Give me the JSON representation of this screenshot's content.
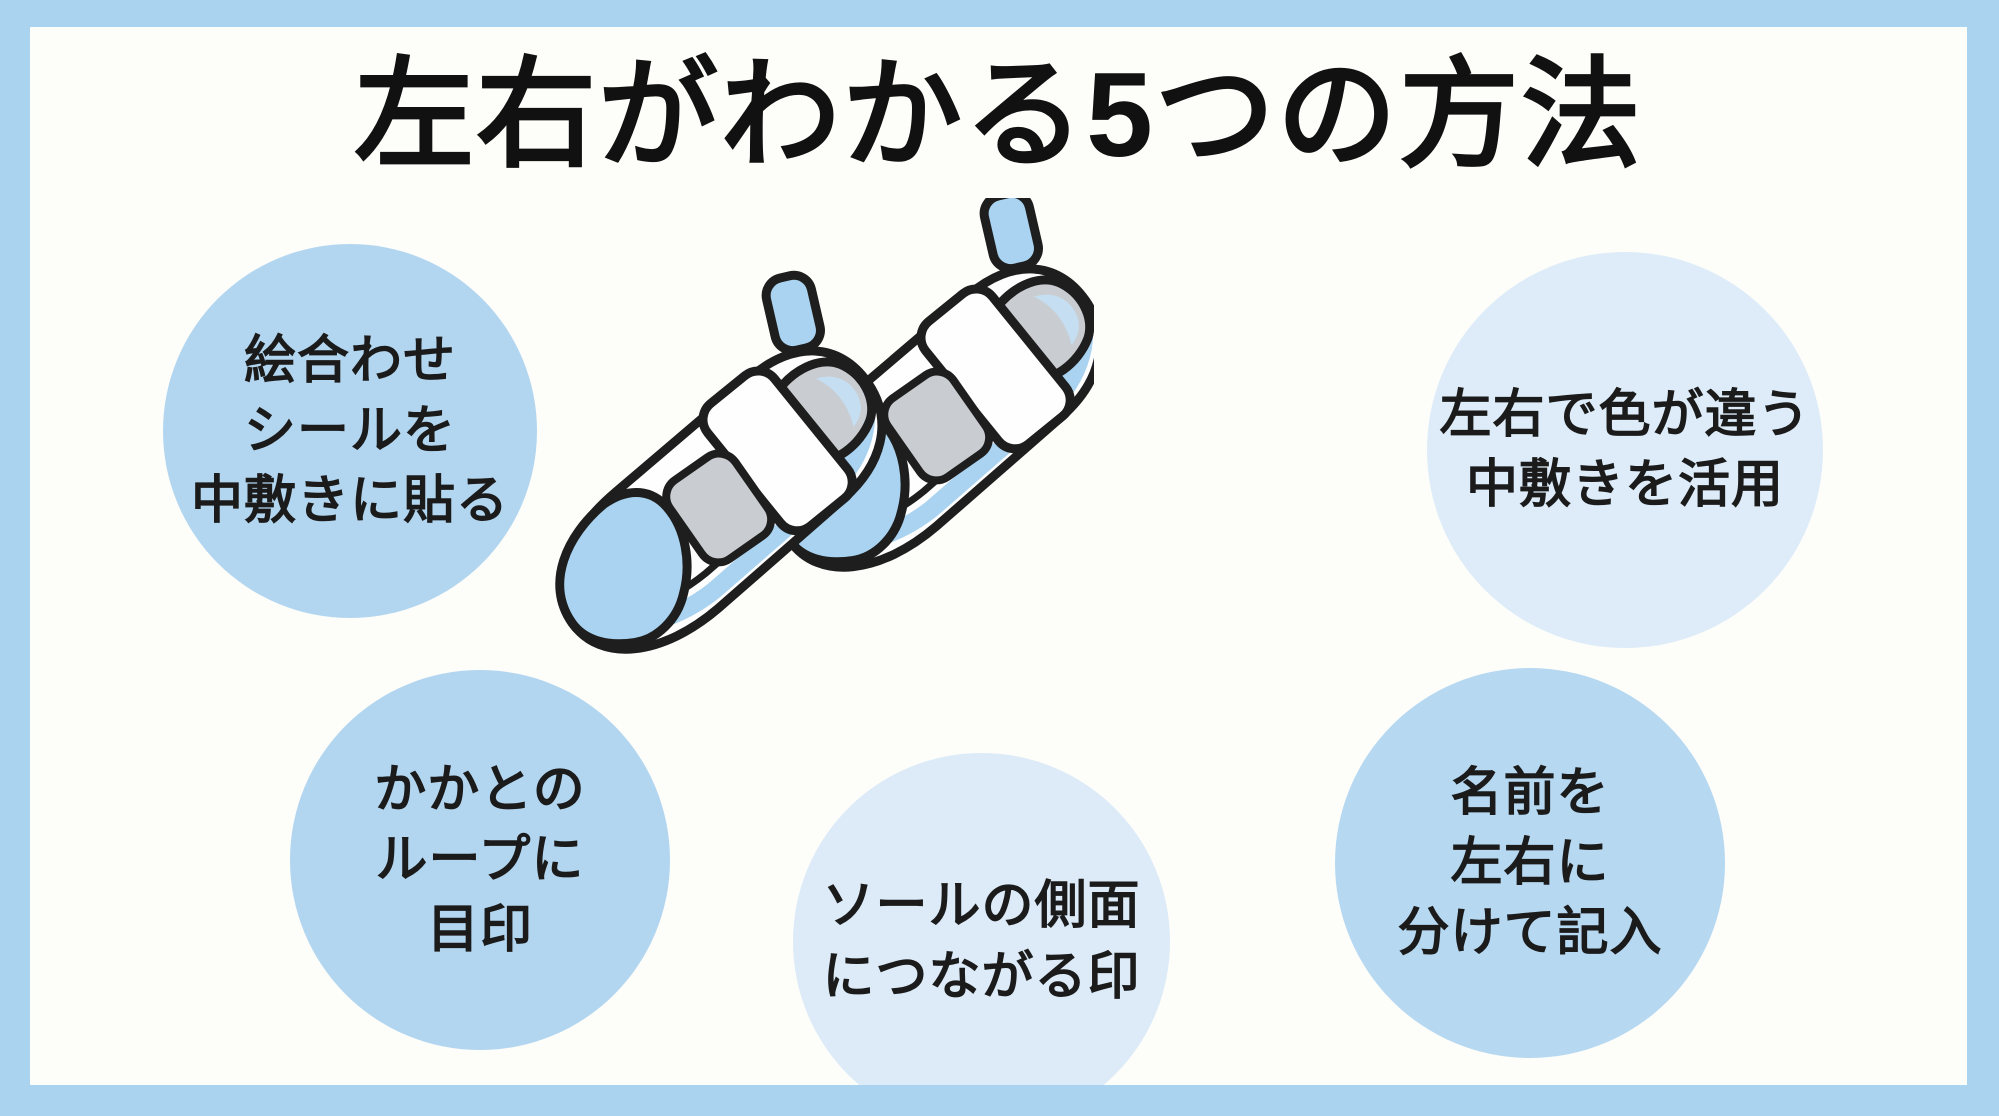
{
  "page": {
    "title": "左右がわかる5つの方法",
    "frame_color": "#a9d3ef",
    "panel_color": "#fdfdfa",
    "text_color": "#1b1b1b"
  },
  "bubbles": [
    {
      "name": "picture-matching-stickers",
      "fill": "#b3d6f0",
      "lines": [
        "絵合わせ",
        "シールを",
        "中敷きに貼る"
      ]
    },
    {
      "name": "heel-loop-mark",
      "fill": "#b3d6f0",
      "lines": [
        "かかとの",
        "ループに",
        "目印"
      ]
    },
    {
      "name": "different-color-insoles",
      "fill": "#ddecf8",
      "lines": [
        "左右で色が違う",
        "中敷きを活用"
      ]
    },
    {
      "name": "sole-side-connected-mark",
      "fill": "#dcebf7",
      "lines": [
        "ソールの側面",
        "につながる印"
      ]
    },
    {
      "name": "name-split-left-right",
      "fill": "#b6d8f1",
      "lines": [
        "名前を",
        "左右に",
        "分けて記入"
      ]
    }
  ],
  "illustration": {
    "name": "pair-of-school-shoes",
    "colors": {
      "outline": "#1e1e1e",
      "upper_white": "#fefefe",
      "accent_blue": "#a9d3f0",
      "insole_gray": "#c9cdd1",
      "inner_blue": "#c5def2"
    }
  }
}
